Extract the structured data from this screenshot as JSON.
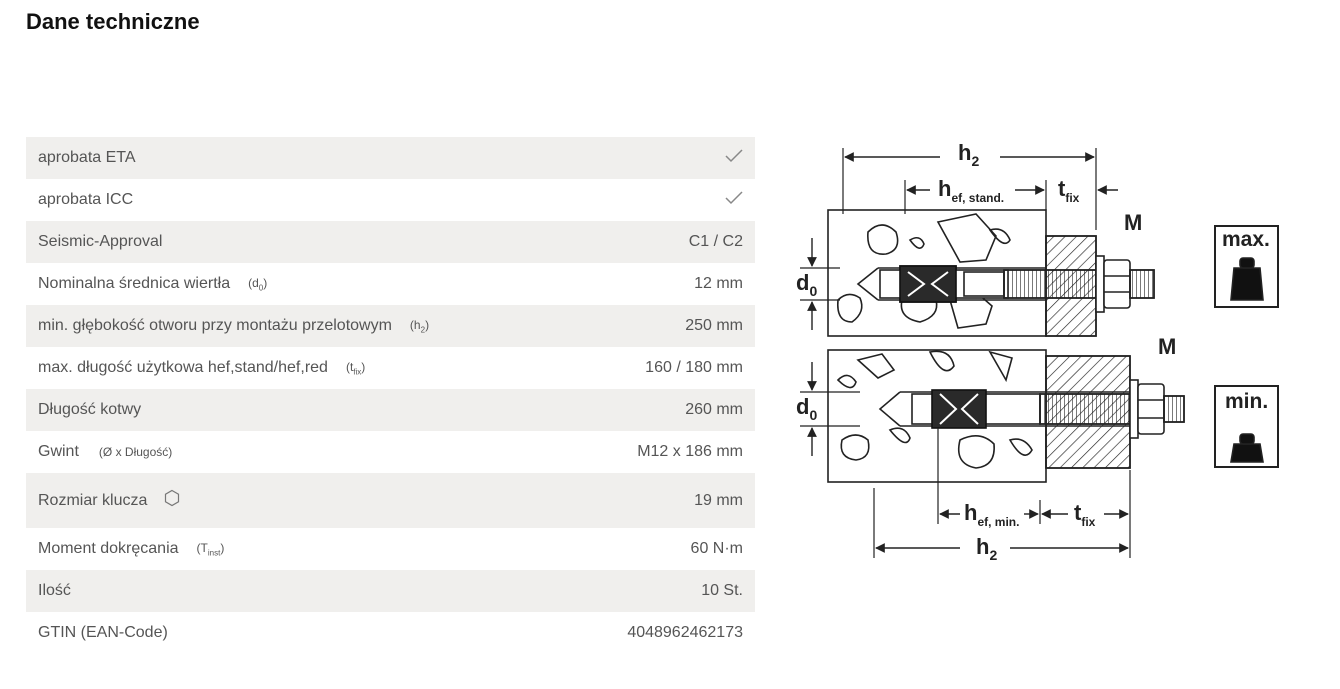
{
  "title": "Dane techniczne",
  "rows": [
    {
      "label": "aprobata ETA",
      "value_icon": "checkmark-icon"
    },
    {
      "label": "aprobata ICC",
      "value_icon": "checkmark-icon"
    },
    {
      "label": "Seismic-Approval",
      "value": "C1 / C2"
    },
    {
      "label": "Nominalna średnica wiertła",
      "sym_main": "d",
      "sym_sub": "0",
      "value": "12 mm"
    },
    {
      "label": "min. głębokość otworu przy montażu przelotowym",
      "sym_main": "h",
      "sym_sub": "2",
      "value": "250 mm"
    },
    {
      "label": "max. długość użytkowa hef,stand/hef,red",
      "sym_main": "t",
      "sym_sub": "fix",
      "value": "160 / 180 mm"
    },
    {
      "label": "Długość kotwy",
      "value": "260 mm"
    },
    {
      "label": "Gwint",
      "sym_text": "Ø x Długość",
      "value": "M12 x 186 mm"
    },
    {
      "label": "Rozmiar klucza",
      "label_icon": "hexagon-icon",
      "value": "19 mm"
    },
    {
      "label": "Moment dokręcania",
      "sym_main": "T",
      "sym_sub": "inst",
      "value": "60 N·m"
    },
    {
      "label": "Ilość",
      "value": "10 St."
    },
    {
      "label": "GTIN (EAN-Code)",
      "value": "4048962462173"
    }
  ],
  "figure": {
    "top_h2": "h",
    "top_h2_sub": "2",
    "hef_stand": "h",
    "hef_stand_sub": "ef, stand.",
    "tfix_top": "t",
    "tfix_top_sub": "fix",
    "m_top": "M",
    "d0_top": "d",
    "d0_top_sub": "0",
    "max_label": "max.",
    "m_bottom": "M",
    "d0_bottom": "d",
    "d0_bottom_sub": "0",
    "min_label": "min.",
    "hef_min": "h",
    "hef_min_sub": "ef, min.",
    "tfix_bottom": "t",
    "tfix_bottom_sub": "fix",
    "bottom_h2": "h",
    "bottom_h2_sub": "2"
  }
}
